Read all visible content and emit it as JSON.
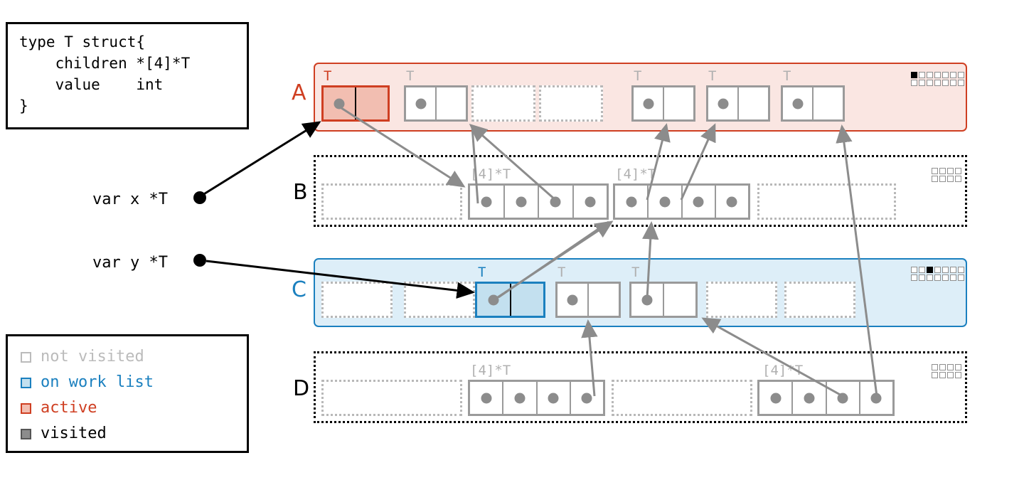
{
  "code_box": {
    "name": "type-declaration",
    "text": "type T struct{\n    children *[4]*T\n    value    int\n}"
  },
  "legend": {
    "title": "legend",
    "items": [
      {
        "label": "not visited",
        "color": "#bbbbbb",
        "fill": "#ffffff"
      },
      {
        "label": "on work list",
        "color": "#1b80bf",
        "fill": "#c3e0ef"
      },
      {
        "label": "active",
        "color": "#cf3f22",
        "fill": "#f2beb1"
      },
      {
        "label": "visited",
        "color": "#555555",
        "fill": "#8c8c8c"
      }
    ]
  },
  "variables": [
    {
      "name": "var-x",
      "label": "var x *T"
    },
    {
      "name": "var-y",
      "label": "var y *T"
    }
  ],
  "type_label": "T",
  "array_label": "[4]*T",
  "rows": [
    {
      "letter": "A",
      "state": "active",
      "border": "#cf3f22",
      "background": "#fae6e2",
      "kind": "span",
      "bitmap": {
        "cols": 7,
        "rows": 2,
        "on": [
          0
        ]
      },
      "slots": [
        {
          "type": "tcell",
          "state": "active",
          "label": "T",
          "dot": true
        },
        {
          "type": "tcell",
          "state": "gray",
          "label": "T",
          "dot": true
        },
        {
          "type": "empty"
        },
        {
          "type": "empty"
        },
        {
          "type": "tcell",
          "state": "gray",
          "label": "T",
          "dot": true
        },
        {
          "type": "tcell",
          "state": "gray",
          "label": "T",
          "dot": true
        },
        {
          "type": "tcell",
          "state": "gray",
          "label": "T",
          "dot": true
        }
      ]
    },
    {
      "letter": "B",
      "state": "not-visited",
      "border": "#000000",
      "background": "#ffffff",
      "kind": "span",
      "bitmap": {
        "cols": 4,
        "rows": 2,
        "on": []
      },
      "slots": [
        {
          "type": "empty"
        },
        {
          "type": "array",
          "label": "[4]*T",
          "cells": 4
        },
        {
          "type": "array",
          "label": "[4]*T",
          "cells": 4
        },
        {
          "type": "empty"
        }
      ]
    },
    {
      "letter": "C",
      "state": "on-work-list",
      "border": "#1b80bf",
      "background": "#ddeef8",
      "kind": "span",
      "bitmap": {
        "cols": 7,
        "rows": 2,
        "on": [
          2
        ]
      },
      "slots": [
        {
          "type": "empty"
        },
        {
          "type": "empty"
        },
        {
          "type": "tcell",
          "state": "work",
          "label": "T",
          "dot": true
        },
        {
          "type": "tcell",
          "state": "gray",
          "label": "T",
          "dot": true
        },
        {
          "type": "tcell",
          "state": "gray",
          "label": "T",
          "dot": true
        },
        {
          "type": "empty"
        },
        {
          "type": "empty"
        }
      ]
    },
    {
      "letter": "D",
      "state": "not-visited",
      "border": "#000000",
      "background": "#ffffff",
      "kind": "span",
      "bitmap": {
        "cols": 4,
        "rows": 2,
        "on": []
      },
      "slots": [
        {
          "type": "empty"
        },
        {
          "type": "array",
          "label": "[4]*T",
          "cells": 4
        },
        {
          "type": "empty"
        },
        {
          "type": "array",
          "label": "[4]*T",
          "cells": 4
        }
      ]
    }
  ],
  "colors": {
    "active": "#cf3f22",
    "work_list": "#1b80bf",
    "not_visited": "#b8b8b8",
    "visited": "#000000",
    "pointer": "#8c8c8c",
    "root_pointer": "#000000"
  }
}
